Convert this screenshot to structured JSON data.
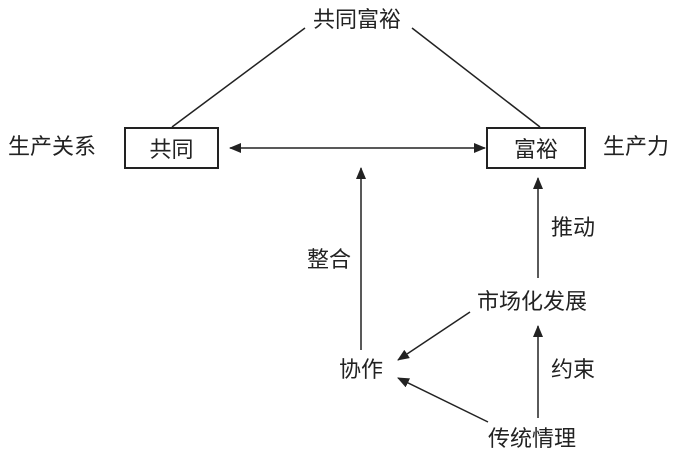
{
  "diagram": {
    "top_title": "共同富裕",
    "left_box": "共同",
    "right_box": "富裕",
    "left_side_label": "生产关系",
    "right_side_label": "生产力",
    "integrate_label": "整合",
    "push_label": "推动",
    "market_node": "市场化发展",
    "cooperation_node": "协作",
    "constraint_label": "约束",
    "tradition_node": "传统情理"
  },
  "colors": {
    "line": "#222222",
    "text": "#222222",
    "background": "#ffffff"
  }
}
